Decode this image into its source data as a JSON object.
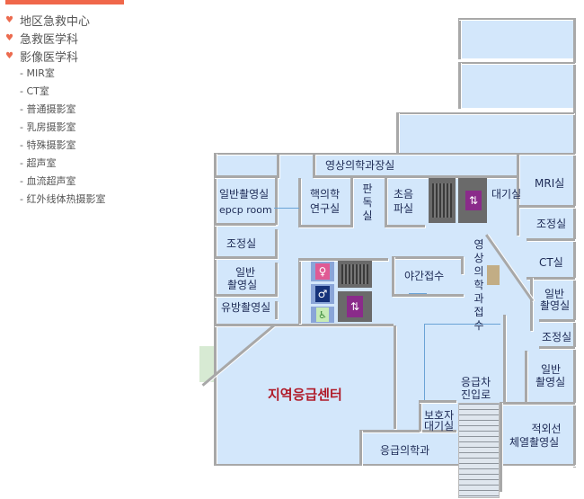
{
  "nav": {
    "main_items": [
      {
        "label": "地区急救中心",
        "icon": "heart-icon"
      },
      {
        "label": "急救医学科",
        "icon": "heart-icon"
      },
      {
        "label": "影像医学科",
        "icon": "heart-icon"
      }
    ],
    "sub_items": [
      {
        "label": "- MIR室"
      },
      {
        "label": "- CT室"
      },
      {
        "label": "- 普通摄影室"
      },
      {
        "label": "- 乳房摄影室"
      },
      {
        "label": "- 特殊摄影室"
      },
      {
        "label": "- 超声室"
      },
      {
        "label": "- 血流超声室"
      },
      {
        "label": "- 红外线体热摄影室"
      }
    ]
  },
  "map": {
    "rooms": {
      "radiology_head": "영상의학과장실",
      "general_xray_epcp_1": "일반촬영실",
      "general_xray_epcp_2": "epcp room",
      "nuclear_lab_1": "핵의학",
      "nuclear_lab_2": "연구실",
      "reading_room": "판독실",
      "ultrasound_1": "초음",
      "ultrasound_2": "파실",
      "waiting_room": "대기실",
      "mri_room": "MRI실",
      "control_room_1": "조정실",
      "control_room_left": "조정실",
      "ct_room": "CT실",
      "general_xray_left_1": "일반",
      "general_xray_left_2": "촬영실",
      "mammography": "유방촬영실",
      "night_reception": "야간접수",
      "radiology_reception": "영상의학과접수",
      "general_xray_right1_1": "일반",
      "general_xray_right1_2": "촬영실",
      "control_room_2": "조정실",
      "general_xray_right2_1": "일반",
      "general_xray_right2_2": "촬영실",
      "regional_emergency_center": "지역응급센터",
      "ambulance_entrance_1": "응급차",
      "ambulance_entrance_2": "진입로",
      "guardian_waiting_1": "보호자",
      "guardian_waiting_2": "대기실",
      "emergency_medicine": "응급의학과",
      "infrared_1": "적외선",
      "infrared_2": "체열촬영실"
    },
    "colors": {
      "room_fill": "#d3e7fb",
      "wall": "#a8a8a8",
      "label": "#1d2a55",
      "emphasis_label": "#b01a28",
      "accent": "#f0674a"
    }
  }
}
